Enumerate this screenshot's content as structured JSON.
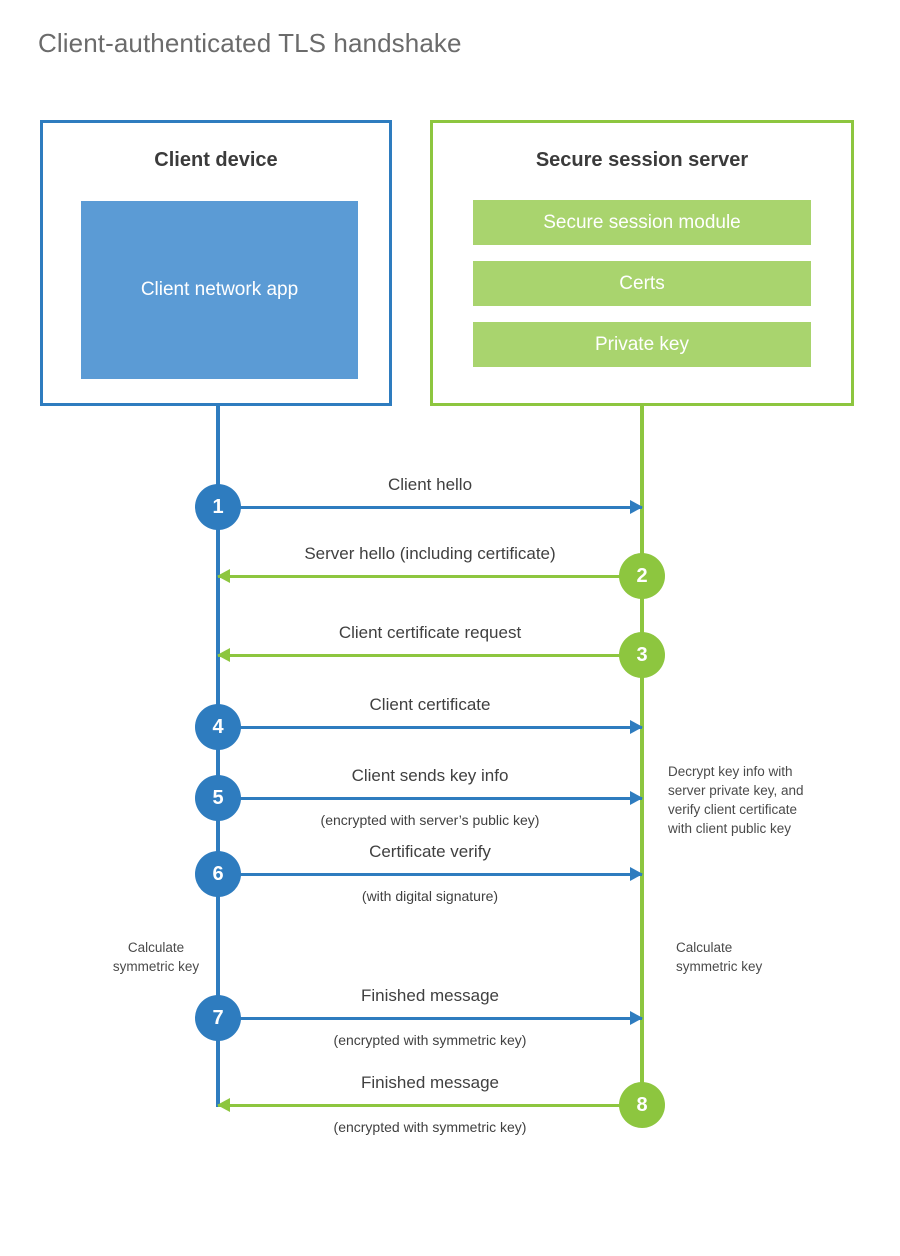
{
  "title": "Client-authenticated TLS handshake",
  "colors": {
    "client_blue": "#2e7cbf",
    "client_app_fill": "#5b9bd5",
    "server_green": "#8dc63f",
    "server_module_fill": "#a9d46e",
    "text_gray": "#404040",
    "title_gray": "#6b6b6b"
  },
  "entities": {
    "client": {
      "title": "Client device",
      "app_label": "Client network\napp"
    },
    "server": {
      "title": "Secure session server",
      "modules": [
        {
          "label": "Secure session module"
        },
        {
          "label": "Certs"
        },
        {
          "label": "Private key"
        }
      ]
    }
  },
  "messages": [
    {
      "step": "1",
      "label": "Client hello",
      "sublabel": "",
      "direction": "to-server",
      "origin": "client"
    },
    {
      "step": "2",
      "label": "Server hello (including certificate)",
      "sublabel": "",
      "direction": "to-client",
      "origin": "server"
    },
    {
      "step": "3",
      "label": "Client certificate request",
      "sublabel": "",
      "direction": "to-client",
      "origin": "server"
    },
    {
      "step": "4",
      "label": "Client certificate",
      "sublabel": "",
      "direction": "to-server",
      "origin": "client"
    },
    {
      "step": "5",
      "label": "Client sends key info",
      "sublabel": "(encrypted with server’s public key)",
      "direction": "to-server",
      "origin": "client"
    },
    {
      "step": "6",
      "label": "Certificate verify",
      "sublabel": "(with digital signature)",
      "direction": "to-server",
      "origin": "client"
    },
    {
      "step": "7",
      "label": "Finished message",
      "sublabel": "(encrypted with symmetric key)",
      "direction": "to-server",
      "origin": "client"
    },
    {
      "step": "8",
      "label": "Finished message",
      "sublabel": "(encrypted with symmetric key)",
      "direction": "to-client",
      "origin": "server"
    }
  ],
  "notes": {
    "server_decrypt": "Decrypt key info with\nserver private key, and\nverify client certificate\nwith client public key",
    "client_calculate": "Calculate\nsymmetric key",
    "server_calculate": "Calculate\nsymmetric key"
  }
}
